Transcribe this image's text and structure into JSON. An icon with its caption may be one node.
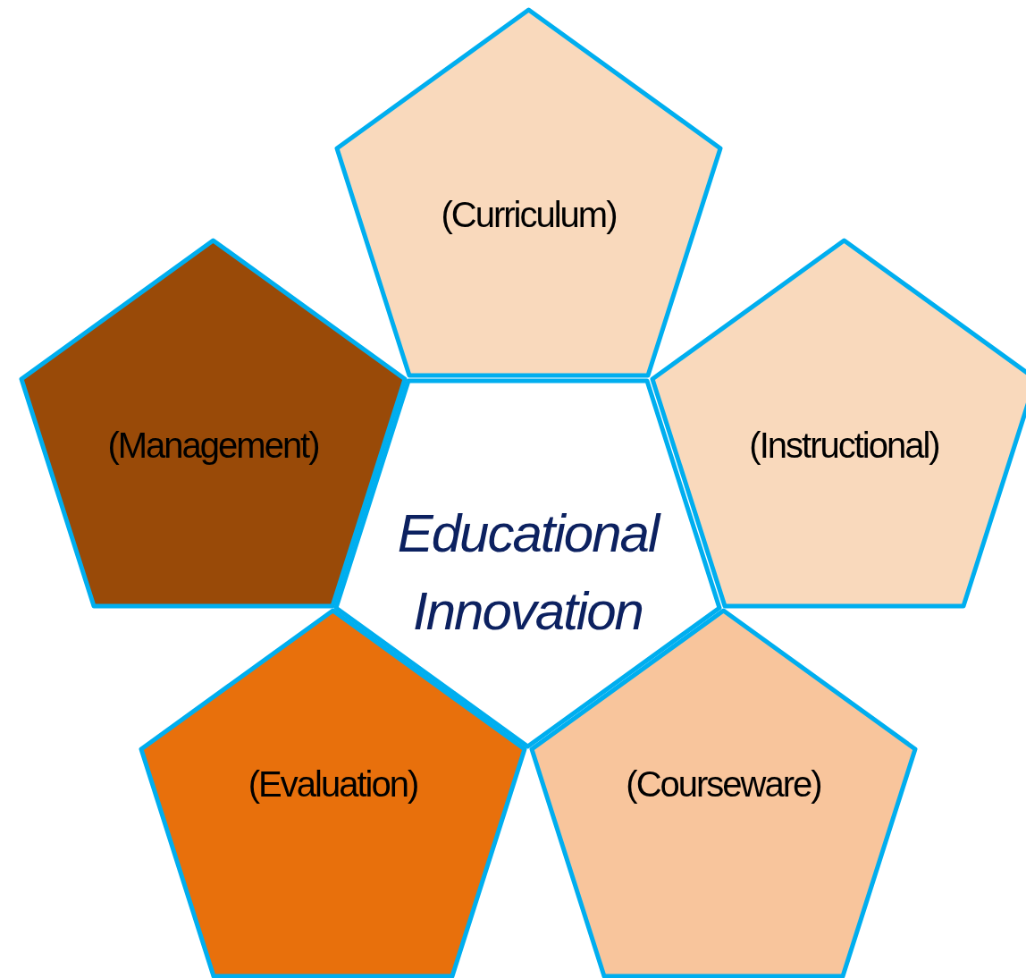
{
  "diagram": {
    "nodes": [
      {
        "text": [
          "Educational Innovation"
        ]
      },
      {
        "text": [
          "(Curriculum)"
        ]
      },
      {
        "text": [
          "(Management)"
        ]
      },
      {
        "text": [
          "(Instructional)"
        ]
      },
      {
        "text": [
          "(Evaluation)"
        ]
      },
      {
        "text": [
          "(Courseware)"
        ]
      }
    ],
    "edges": []
  }
}
